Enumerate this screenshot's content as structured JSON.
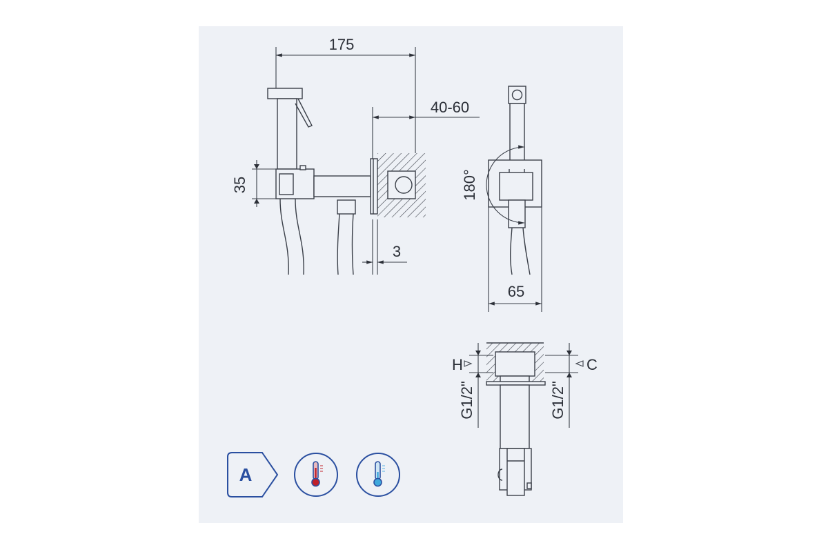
{
  "drawing": {
    "dimensions": {
      "total_length": "175",
      "wall_depth": "40-60",
      "holder_height": "35",
      "flange_thickness": "3",
      "rotation": "180°",
      "plate_width": "65",
      "hot_label": "H",
      "cold_label": "C",
      "thread_left": "G1/2\"",
      "thread_right": "G1/2\""
    }
  },
  "badges": {
    "energy_class": "A",
    "icons": [
      "energy-class-icon",
      "hot-water-thermometer-icon",
      "cold-water-thermometer-icon"
    ],
    "colors": {
      "outline": "#2a4fa0",
      "hot": "#c0202a",
      "cold": "#3fa9dc"
    }
  }
}
